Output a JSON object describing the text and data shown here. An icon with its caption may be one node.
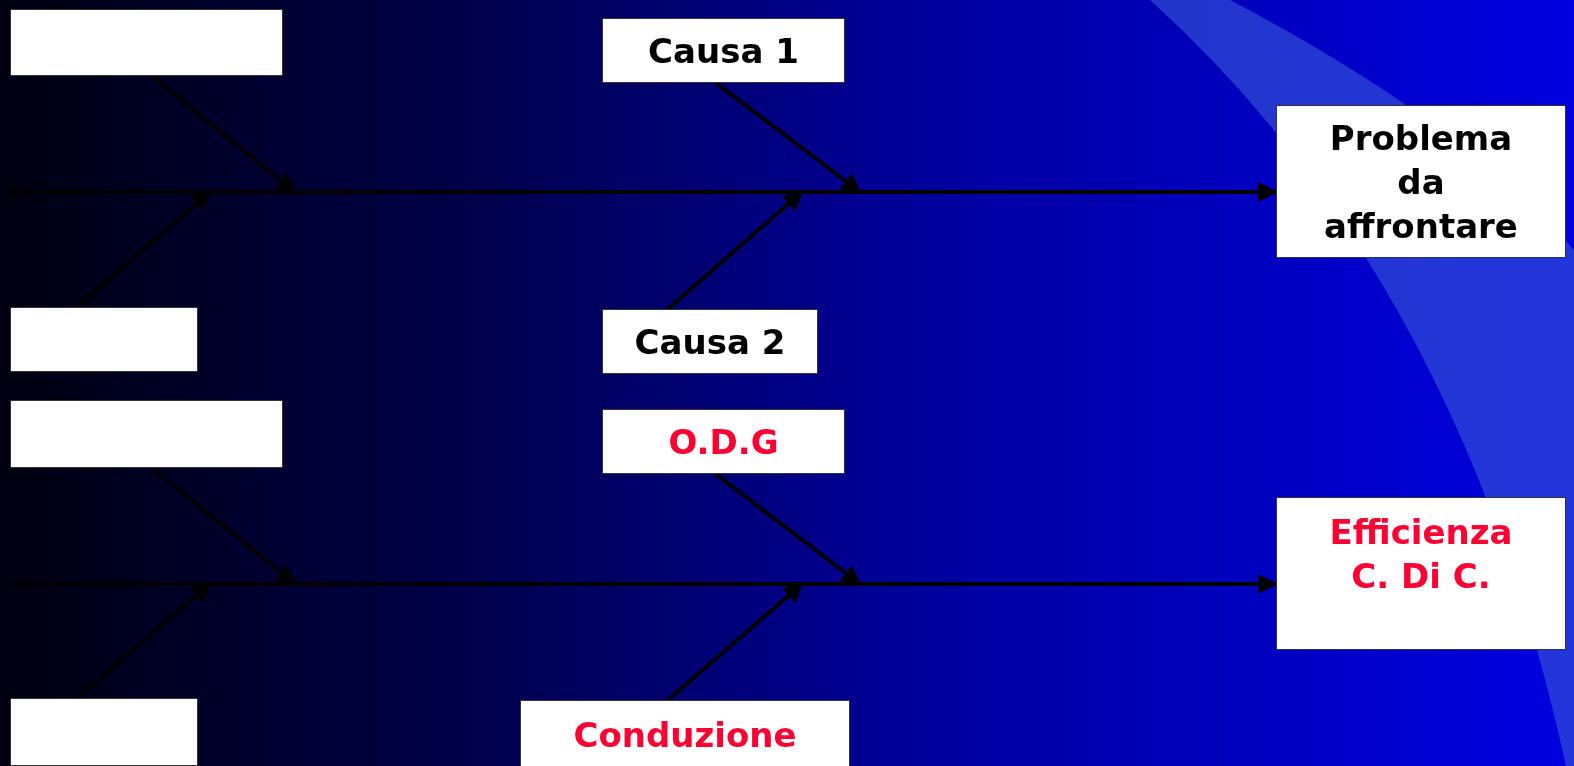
{
  "diagram": {
    "nodes": [
      {
        "text": [],
        "shape": "box"
      },
      {
        "text": [
          "Causa 1"
        ]
      },
      {
        "text": [
          "Problema da affrontare"
        ]
      },
      {
        "text": [],
        "shape": "box"
      },
      {
        "text": [
          "Causa 2"
        ]
      },
      {
        "text": [],
        "shape": "box"
      },
      {
        "text": [
          "O.D.G"
        ]
      },
      {
        "text": [
          "Efficienza C. Di C."
        ]
      },
      {
        "text": [],
        "shape": "box"
      },
      {
        "text": [
          "Conduzione"
        ]
      }
    ],
    "edges": [
      {
        "from": null,
        "to": 2,
        "arrow": "to"
      },
      {
        "from": 0,
        "to": null,
        "arrow": "to"
      },
      {
        "from": 1,
        "to": null,
        "arrow": "to"
      },
      {
        "from": 3,
        "to": null,
        "arrow": "to"
      },
      {
        "from": 4,
        "to": null,
        "arrow": "to"
      },
      {
        "from": null,
        "to": 7,
        "arrow": "to"
      },
      {
        "from": 5,
        "to": null,
        "arrow": "to"
      },
      {
        "from": 6,
        "to": null,
        "arrow": "to"
      },
      {
        "from": 8,
        "to": null,
        "arrow": "to"
      },
      {
        "from": 9,
        "to": null,
        "arrow": "to"
      }
    ]
  }
}
